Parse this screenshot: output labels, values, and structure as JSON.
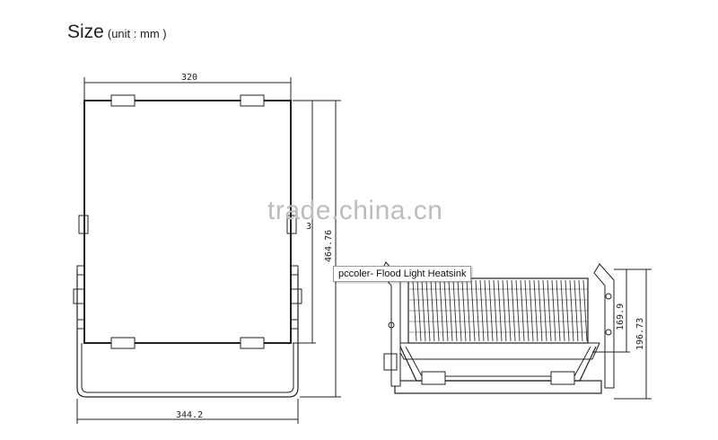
{
  "title": {
    "heading": "Size",
    "unit": "(unit : mm )"
  },
  "front_view": {
    "dim_top": "320",
    "dim_bottom": "344.2",
    "dim_height": "464.76",
    "dim_inner_partial": "3"
  },
  "side_view": {
    "dim_inner": "169.9",
    "dim_outer": "196.73"
  },
  "watermark": "trade.china.cn",
  "caption": "pccoler- Flood Light Heatsink"
}
